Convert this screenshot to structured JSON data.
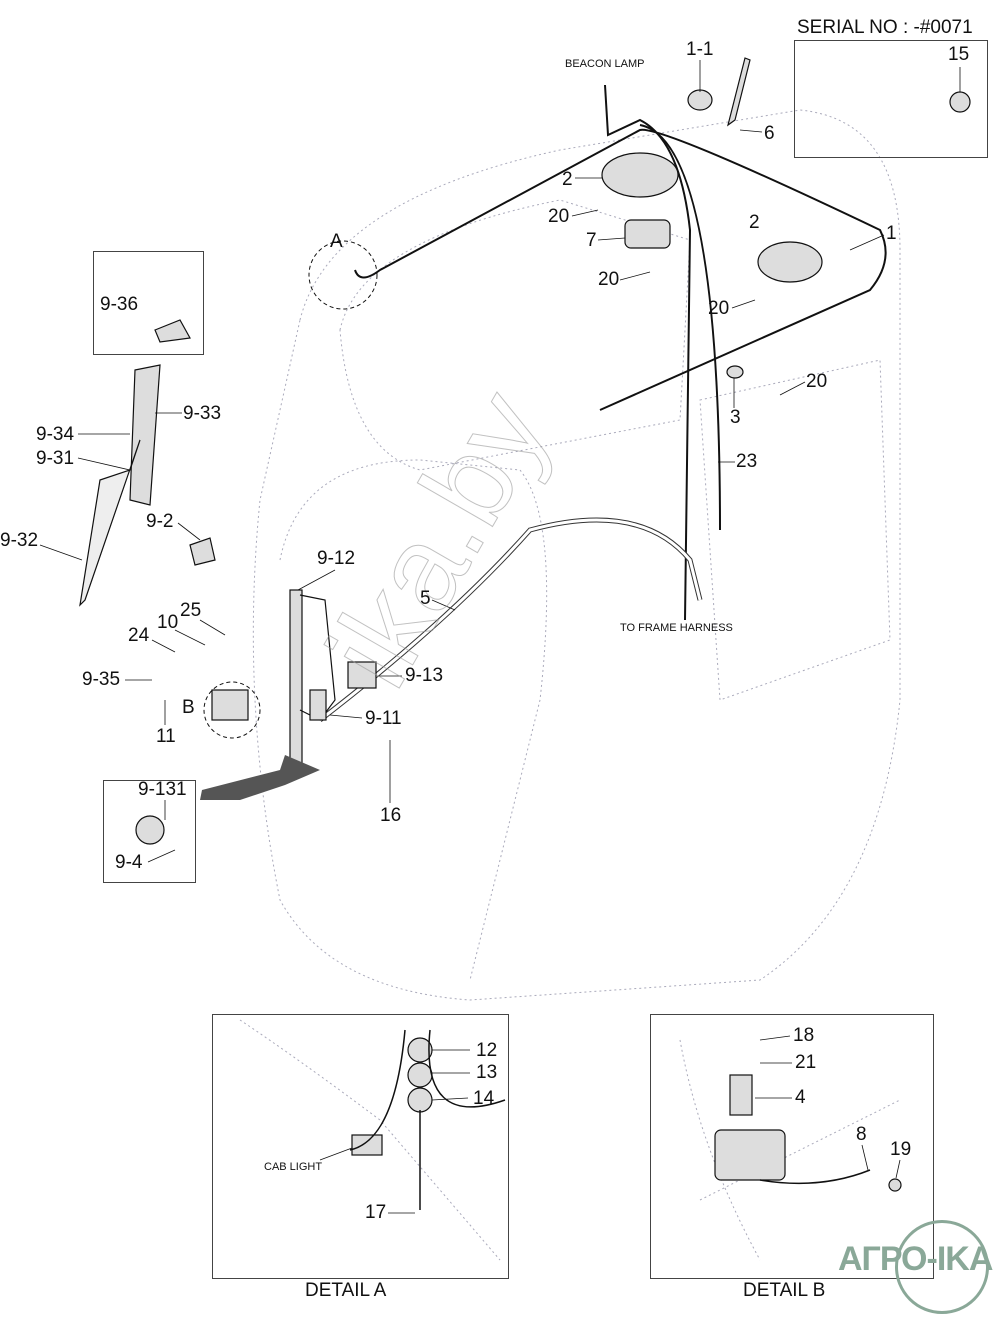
{
  "header": {
    "serial": "SERIAL NO : -#0071"
  },
  "notes": {
    "beacon_lamp": "BEACON LAMP",
    "to_frame_harness": "TO FRAME HARNESS",
    "cab_light": "CAB LIGHT"
  },
  "callouts": {
    "p15": "15",
    "p1_1": "1-1",
    "p6": "6",
    "p2a": "2",
    "p20a": "20",
    "p7": "7",
    "p2b": "2",
    "p1": "1",
    "p20b": "20",
    "p20c": "20",
    "p20d": "20",
    "p3": "3",
    "p23": "23",
    "A": "A",
    "p9_36": "9-36",
    "p9_33": "9-33",
    "p9_34": "9-34",
    "p9_31": "9-31",
    "p9_2": "9-2",
    "p9_32": "9-32",
    "p9_12": "9-12",
    "p5": "5",
    "p25": "25",
    "p10": "10",
    "p24": "24",
    "p9_35": "9-35",
    "p9_13": "9-13",
    "p9_11": "9-11",
    "B": "B",
    "p11": "11",
    "p9_131": "9-131",
    "p16": "16",
    "p9_4": "9-4"
  },
  "detail_a": {
    "title": "DETAIL A",
    "p12": "12",
    "p13": "13",
    "p14": "14",
    "p17": "17"
  },
  "detail_b": {
    "title": "DETAIL B",
    "p18": "18",
    "p21": "21",
    "p4": "4",
    "p8": "8",
    "p19": "19"
  },
  "watermark": {
    "site": "ika.by",
    "logo": "АГРО-IKA"
  }
}
